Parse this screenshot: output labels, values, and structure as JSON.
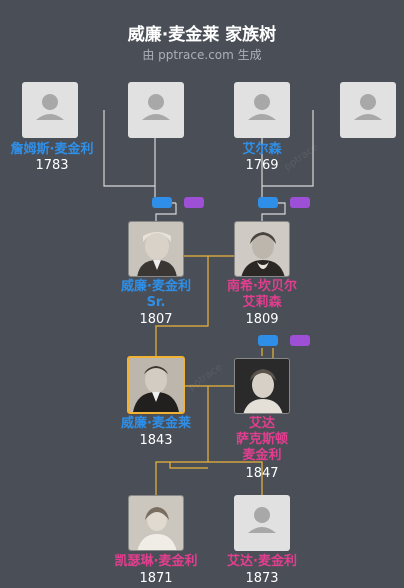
{
  "header": {
    "title": "威廉·麦金莱 家族树",
    "subtitle": "由 pptrace.com 生成"
  },
  "people": {
    "p1": {
      "name": "詹姆斯·麦金利",
      "year": "1783"
    },
    "p3": {
      "name": "艾尔森",
      "year": "1769"
    },
    "father": {
      "name_line1": "威廉·麦金利",
      "name_line2": "Sr.",
      "year": "1807"
    },
    "mother": {
      "name_line1": "南希·坎贝尔",
      "name_line2": "艾莉森",
      "year": "1809"
    },
    "william": {
      "name": "威廉·麦金莱",
      "year": "1843"
    },
    "ida": {
      "name_line1": "艾达",
      "name_line2": "萨克斯顿",
      "name_line3": "麦金利",
      "year": "1847"
    },
    "katherine": {
      "name": "凯瑟琳·麦金利",
      "year": "1871"
    },
    "ida_daughter": {
      "name": "艾达·麦金利",
      "year": "1873"
    }
  },
  "watermark": "pptrace",
  "colors": {
    "background": "#4a4f57",
    "male": "#2f8fe8",
    "female": "#e23e8f",
    "connector_gray": "#d7d7d7",
    "connector_gold": "#e9b43b"
  }
}
